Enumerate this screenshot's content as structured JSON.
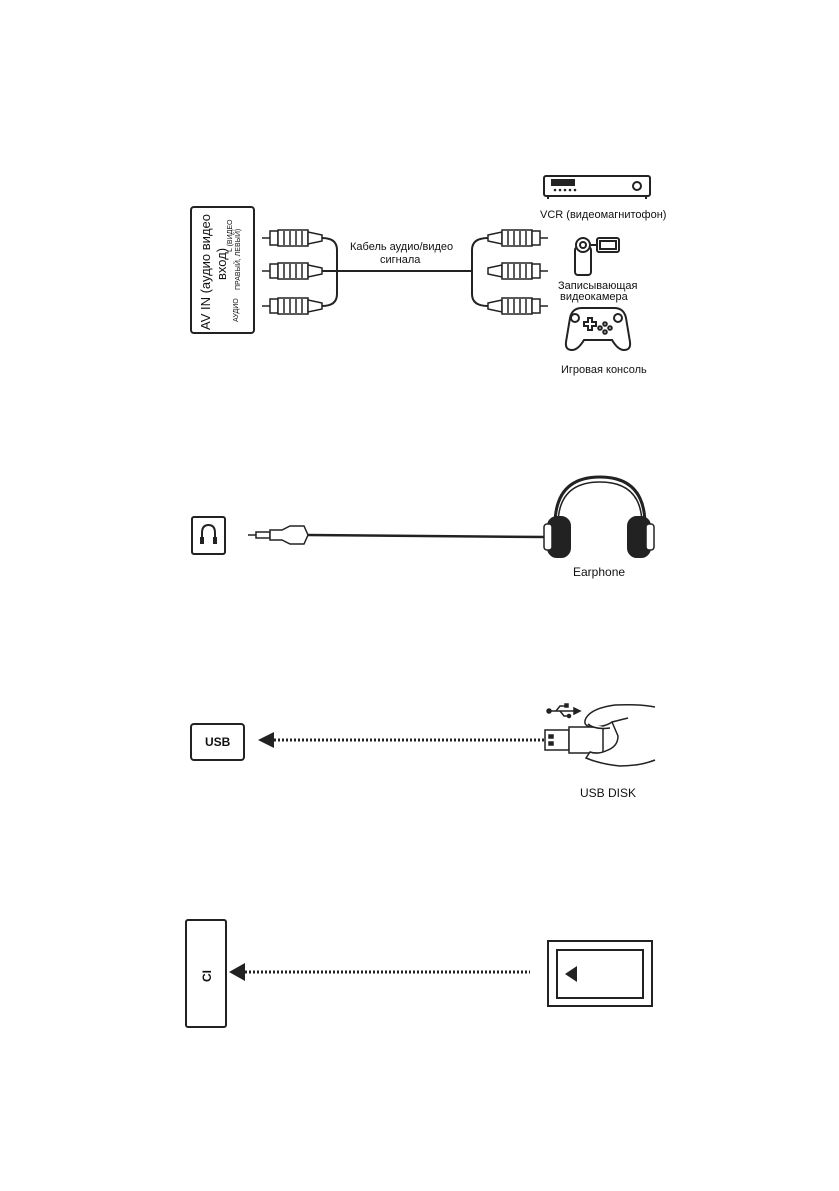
{
  "av_section": {
    "panel_title": "AV IN (аудио видео вход)",
    "panel_title_line1": "AV IN (аудио видео",
    "panel_title_line2": "вход)",
    "audio_label": "АУДИО",
    "audio_channels": "ПРАВЫЙ, ЛЕВЫЙ)",
    "video_label": "L (ВИДЕО",
    "cable_label_line1": "Кабель аудио/видео",
    "cable_label_line2": "сигнала",
    "devices": [
      {
        "label": "VCR (видеомагнитофон)",
        "icon": "vcr-icon"
      },
      {
        "label_line1": "Записывающая",
        "label_line2": "видеокамера",
        "icon": "camcorder-icon"
      },
      {
        "label": "Игровая консоль",
        "icon": "gamepad-icon"
      }
    ]
  },
  "earphone_section": {
    "port_icon": "headphone-jack-icon",
    "device_label": "Earphone"
  },
  "usb_section": {
    "port_label": "USB",
    "device_label": "USB DISK"
  },
  "ci_section": {
    "port_label": "CI"
  }
}
